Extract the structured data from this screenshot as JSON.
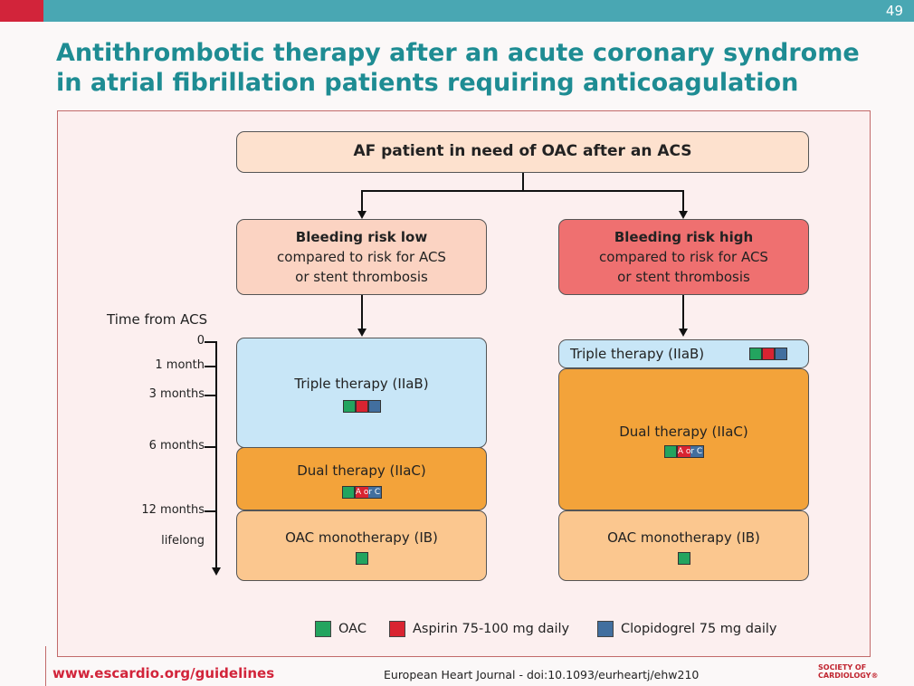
{
  "page_number": "49",
  "title_line1": "Antithrombotic therapy after an acute coronary syndrome",
  "title_line2": "in atrial fibrillation patients requiring anticoagulation",
  "diagram": {
    "top_box": "AF patient in need of OAC after an ACS",
    "risk_low": {
      "title": "Bleeding risk low",
      "line1": "compared to risk for ACS",
      "line2": "or stent thrombosis"
    },
    "risk_high": {
      "title": "Bleeding risk high",
      "line1": "compared to risk for ACS",
      "line2": "or stent thrombosis"
    },
    "axis_title": "Time from ACS",
    "ticks": [
      "0",
      "1 month",
      "3 months",
      "6 months",
      "12 months",
      "lifelong"
    ],
    "left": {
      "triple": "Triple therapy (IIaB)",
      "dual": "Dual therapy (IIaC)",
      "mono": "OAC monotherapy (IB)"
    },
    "right": {
      "triple": "Triple therapy (IIaB)",
      "dual": "Dual therapy (IIaC)",
      "mono": "OAC monotherapy (IB)"
    },
    "a_or_c": "A or C"
  },
  "legend": {
    "oac": "OAC",
    "aspirin": "Aspirin 75-100 mg daily",
    "clopidogrel": "Clopidogrel 75 mg daily",
    "colors": {
      "oac": "#23a45f",
      "aspirin": "#d92431",
      "clopidogrel": "#426f9f"
    }
  },
  "footer": {
    "url": "www.escardio.org/guidelines",
    "reference": "European Heart Journal - doi:10.1093/eurheartj/ehw210",
    "logo_line1": "SOCIETY OF",
    "logo_line2": "CARDIOLOGY®"
  }
}
